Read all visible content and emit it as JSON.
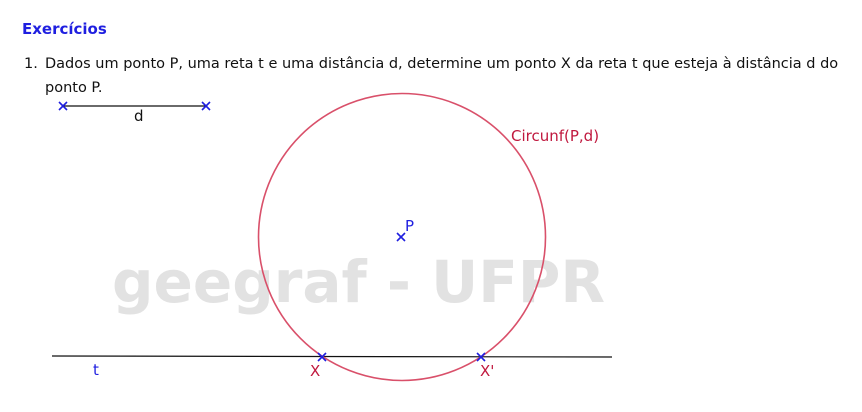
{
  "heading": "Exercícios",
  "exercise": {
    "number": "1.",
    "text": "Dados um ponto P, uma reta t e uma distância d, determine um ponto X da reta t que esteja à distância d do ponto P."
  },
  "figure": {
    "segment_label": "d",
    "circle_label": "Circunf(P,d)",
    "center_label": "P",
    "line_label": "t",
    "intersection_labels": [
      "X",
      "X'"
    ]
  },
  "watermark": "geegraf - UFPR",
  "colors": {
    "heading": "#1f1fe0",
    "circle": "#d9506a",
    "circle_label": "#c0183e",
    "point_mark": "#1f1fe0",
    "line_label": "#1f1fe0",
    "intersection_label": "#c0183e",
    "watermark": "#e2e2e2"
  },
  "icons": {
    "point_marker": "cross-mark"
  }
}
